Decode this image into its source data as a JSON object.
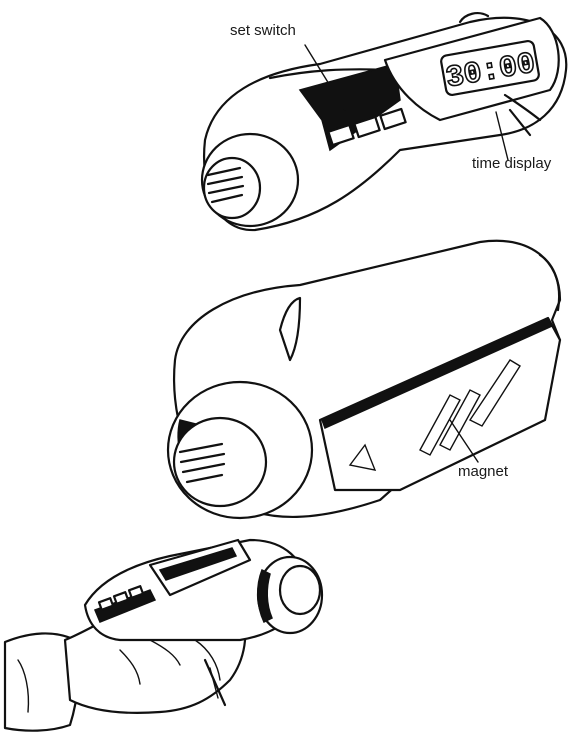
{
  "labels": {
    "set_switch": "set switch",
    "time_display": "time display",
    "magnet": "magnet"
  },
  "display_readout": "30:00",
  "colors": {
    "ink": "#111111",
    "paper": "#ffffff"
  }
}
